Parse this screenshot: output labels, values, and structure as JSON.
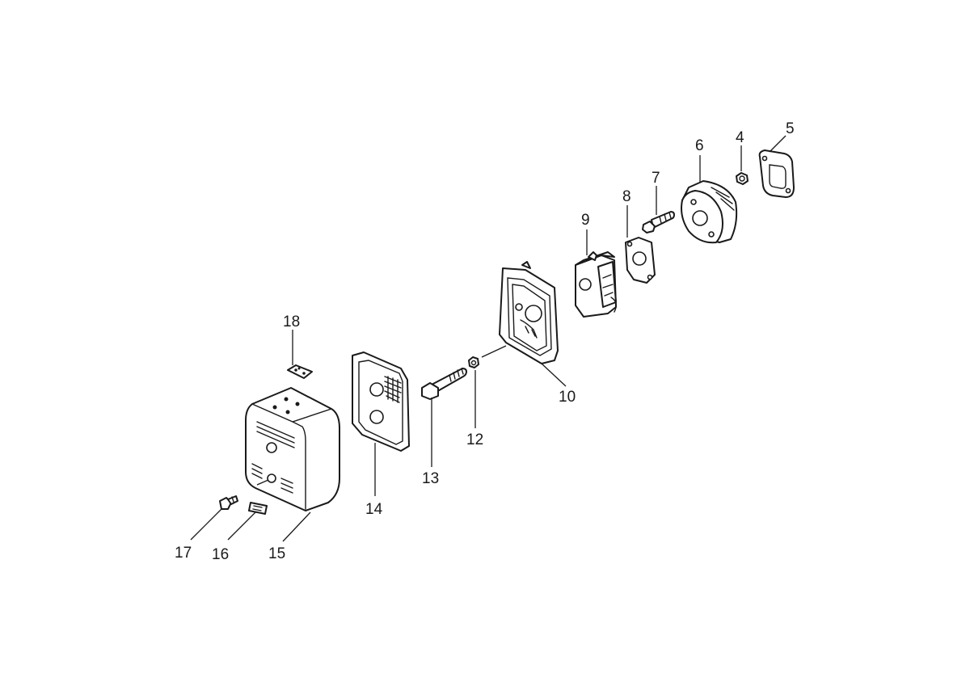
{
  "callouts": {
    "c4": "4",
    "c5": "5",
    "c6": "6",
    "c7": "7",
    "c8": "8",
    "c9": "9",
    "c10": "10",
    "c12": "12",
    "c13": "13",
    "c14": "14",
    "c15": "15",
    "c16": "16",
    "c17": "17",
    "c18": "18"
  }
}
